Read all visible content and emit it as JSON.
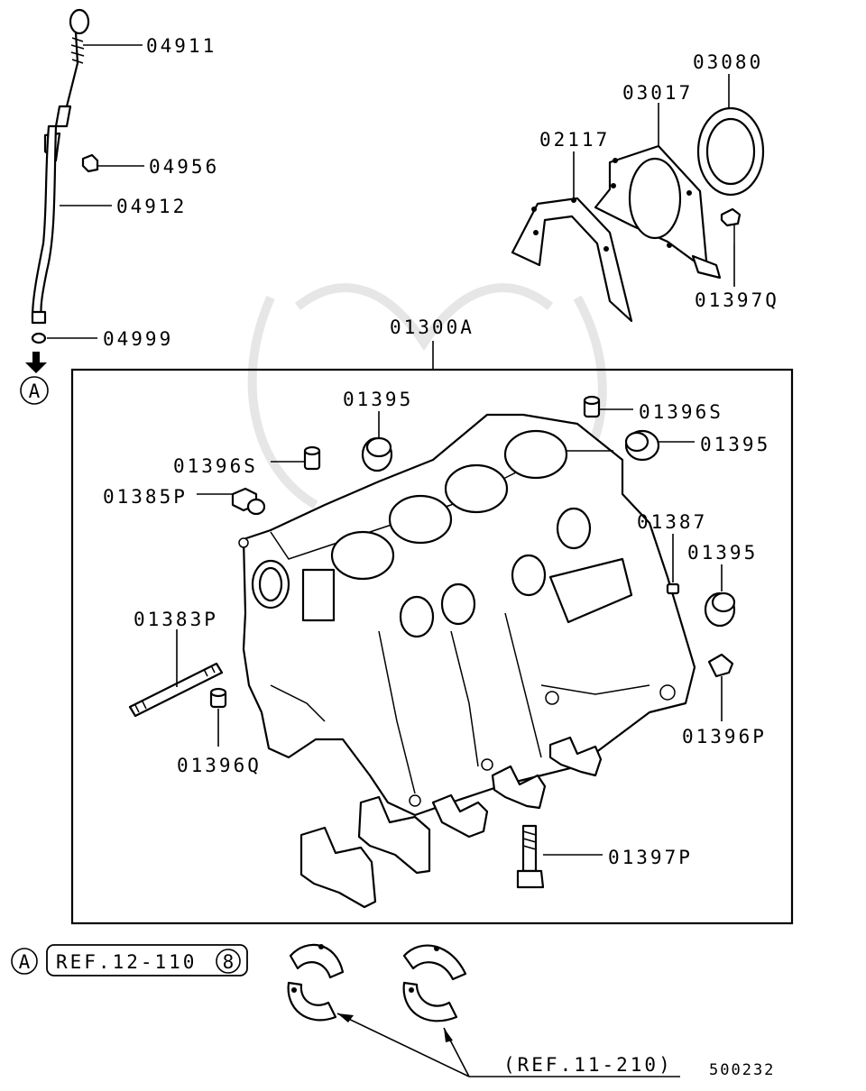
{
  "labels": {
    "p04911": "04911",
    "p04956": "04956",
    "p04912": "04912",
    "p04999": "04999",
    "p03080": "03080",
    "p03017": "03017",
    "p02117": "02117",
    "p01397Q": "01397Q",
    "p01300A": "01300A",
    "p01395a": "01395",
    "p01396Sa": "01396S",
    "p01395b": "01395",
    "p01396Sb": "01396S",
    "p01385P": "01385P",
    "p01387": "01387",
    "p01395c": "01395",
    "p01383P": "01383P",
    "p01396P": "01396P",
    "p01396Q": "01396Q",
    "p01397P": "01397P"
  },
  "refs": {
    "circle_a_top": "A",
    "circle_a_bottom": "A",
    "ref_12": "REF.12-110",
    "ref_12_circle": "8",
    "ref_11": "(REF.11-210)"
  },
  "diagram_id": "500232"
}
